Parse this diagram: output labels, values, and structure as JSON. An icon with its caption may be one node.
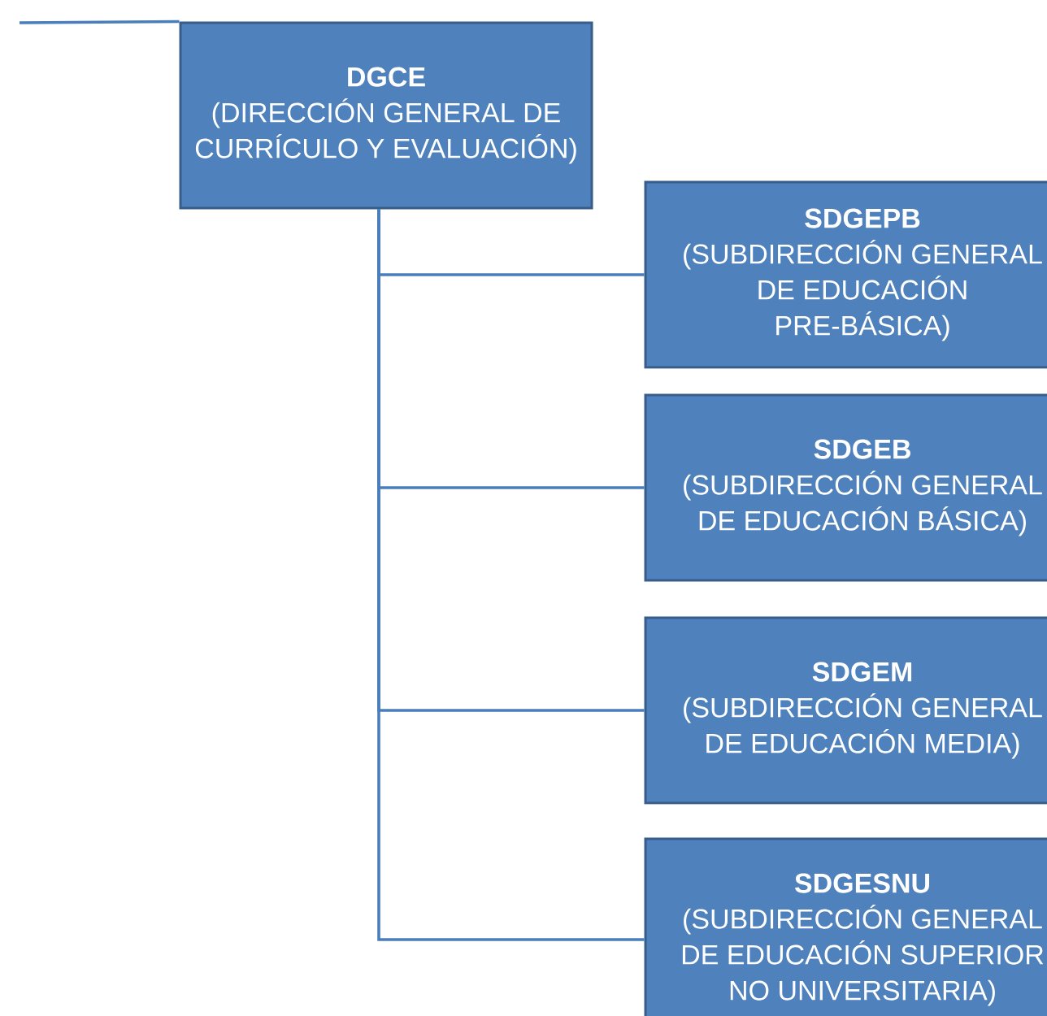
{
  "diagram": {
    "nodes": [
      {
        "text": [
          "DGCE",
          "(DIRECCIÓN GENERAL DE CURRÍCULO Y EVALUACIÓN)"
        ]
      },
      {
        "text": [
          "SDGEPB",
          "(SUBDIRECCIÓN GENERAL DE EDUCACIÓN PRE-BÁSICA)"
        ]
      },
      {
        "text": [
          "SDGEB",
          "(SUBDIRECCIÓN GENERAL DE EDUCACIÓN BÁSICA)"
        ]
      },
      {
        "text": [
          "SDGEM",
          "(SUBDIRECCIÓN GENERAL DE EDUCACIÓN MEDIA)"
        ]
      },
      {
        "text": [
          "SDGESNU",
          "(SUBDIRECCIÓN GENERAL DE EDUCACIÓN SUPERIOR NO UNIVERSITARIA)"
        ]
      }
    ],
    "edges": [
      {
        "from": null,
        "to": 0,
        "arrow": "none"
      },
      {
        "from": 0,
        "to": 1,
        "arrow": "none"
      },
      {
        "from": 0,
        "to": 2,
        "arrow": "none"
      },
      {
        "from": 0,
        "to": 3,
        "arrow": "none"
      },
      {
        "from": 0,
        "to": 4,
        "arrow": "none"
      }
    ]
  }
}
